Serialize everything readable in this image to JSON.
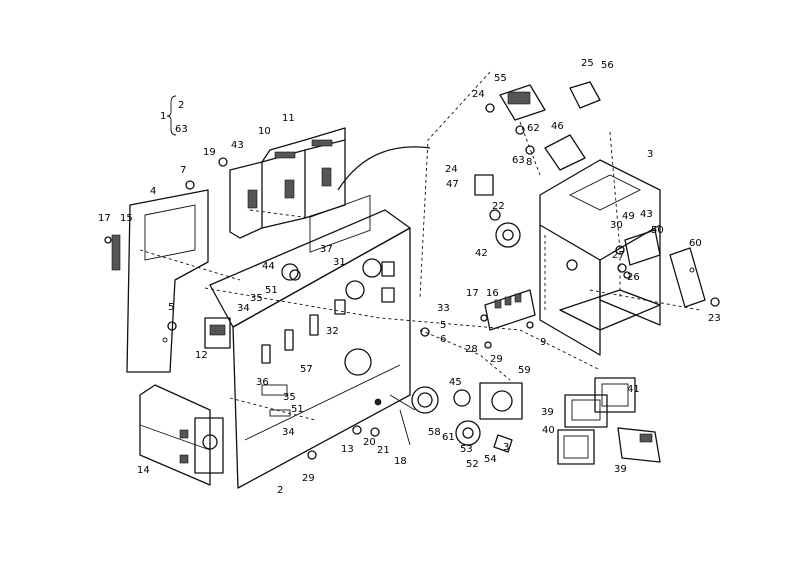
{
  "assembly_group": {
    "item": "1",
    "sub_items": [
      "2",
      "63"
    ]
  },
  "callouts": [
    {
      "id": "c1",
      "text": "1"
    },
    {
      "id": "c2",
      "text": "2"
    },
    {
      "id": "c63",
      "text": "63"
    },
    {
      "id": "c19",
      "text": "19"
    },
    {
      "id": "c43a",
      "text": "43"
    },
    {
      "id": "c10",
      "text": "10"
    },
    {
      "id": "c11",
      "text": "11"
    },
    {
      "id": "c7",
      "text": "7"
    },
    {
      "id": "c4",
      "text": "4"
    },
    {
      "id": "c17a",
      "text": "17"
    },
    {
      "id": "c15",
      "text": "15"
    },
    {
      "id": "c5a",
      "text": "5"
    },
    {
      "id": "c12",
      "text": "12"
    },
    {
      "id": "c34a",
      "text": "34"
    },
    {
      "id": "c35a",
      "text": "35"
    },
    {
      "id": "c51a",
      "text": "51"
    },
    {
      "id": "c44",
      "text": "44"
    },
    {
      "id": "c37",
      "text": "37"
    },
    {
      "id": "c31",
      "text": "31"
    },
    {
      "id": "c33",
      "text": "33"
    },
    {
      "id": "c32",
      "text": "32"
    },
    {
      "id": "c5b",
      "text": "5"
    },
    {
      "id": "c6",
      "text": "6"
    },
    {
      "id": "c36",
      "text": "36"
    },
    {
      "id": "c57",
      "text": "57"
    },
    {
      "id": "c35b",
      "text": "35"
    },
    {
      "id": "c51b",
      "text": "51"
    },
    {
      "id": "c34b",
      "text": "34"
    },
    {
      "id": "c14",
      "text": "14"
    },
    {
      "id": "c2b",
      "text": "2"
    },
    {
      "id": "c29a",
      "text": "29"
    },
    {
      "id": "c13",
      "text": "13"
    },
    {
      "id": "c20",
      "text": "20"
    },
    {
      "id": "c21",
      "text": "21"
    },
    {
      "id": "c18",
      "text": "18"
    },
    {
      "id": "c58",
      "text": "58"
    },
    {
      "id": "c45",
      "text": "45"
    },
    {
      "id": "c61",
      "text": "61"
    },
    {
      "id": "c53",
      "text": "53"
    },
    {
      "id": "c52",
      "text": "52"
    },
    {
      "id": "c54",
      "text": "54"
    },
    {
      "id": "c3b",
      "text": "3"
    },
    {
      "id": "c59",
      "text": "59"
    },
    {
      "id": "c28",
      "text": "28"
    },
    {
      "id": "c29b",
      "text": "29"
    },
    {
      "id": "c9",
      "text": "9"
    },
    {
      "id": "c17b",
      "text": "17"
    },
    {
      "id": "c16",
      "text": "16"
    },
    {
      "id": "c22",
      "text": "22"
    },
    {
      "id": "c42",
      "text": "42"
    },
    {
      "id": "c24a",
      "text": "24"
    },
    {
      "id": "c47",
      "text": "47"
    },
    {
      "id": "c55",
      "text": "55"
    },
    {
      "id": "c24b",
      "text": "24"
    },
    {
      "id": "c25a",
      "text": "25"
    },
    {
      "id": "c56",
      "text": "56"
    },
    {
      "id": "c62",
      "text": "62"
    },
    {
      "id": "c46",
      "text": "46"
    },
    {
      "id": "c63b",
      "text": "63"
    },
    {
      "id": "c8",
      "text": "8"
    },
    {
      "id": "c3",
      "text": "3"
    },
    {
      "id": "c49",
      "text": "49"
    },
    {
      "id": "c43b",
      "text": "43"
    },
    {
      "id": "c30",
      "text": "30"
    },
    {
      "id": "c50",
      "text": "50"
    },
    {
      "id": "c27",
      "text": "27"
    },
    {
      "id": "c26",
      "text": "26"
    },
    {
      "id": "c60",
      "text": "60"
    },
    {
      "id": "c23",
      "text": "23"
    },
    {
      "id": "c41",
      "text": "41"
    },
    {
      "id": "c39a",
      "text": "39"
    },
    {
      "id": "c40",
      "text": "40"
    },
    {
      "id": "c39b",
      "text": "39"
    }
  ]
}
